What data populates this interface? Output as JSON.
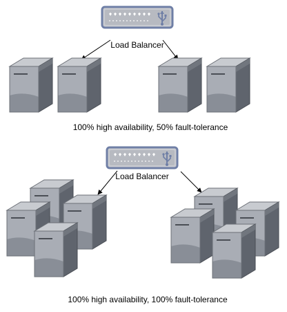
{
  "diagram": {
    "top": {
      "balancer_label": "Load Balancer",
      "caption": "100%  high availability, 50% fault-tolerance"
    },
    "bottom": {
      "balancer_label": "Load Balancer",
      "caption": "100%  high availability, 100% fault-tolerance"
    }
  },
  "icons": {
    "balancer": "load-balancer-icon",
    "server": "server-icon",
    "usb": "usb-icon"
  },
  "colors": {
    "balancer_border": "#6f7fa6",
    "balancer_fill": "#c9cbd0",
    "server_front": "#a9adb5",
    "server_side": "#5f646d",
    "server_top": "#c8cbd0",
    "arrow": "#000000"
  }
}
